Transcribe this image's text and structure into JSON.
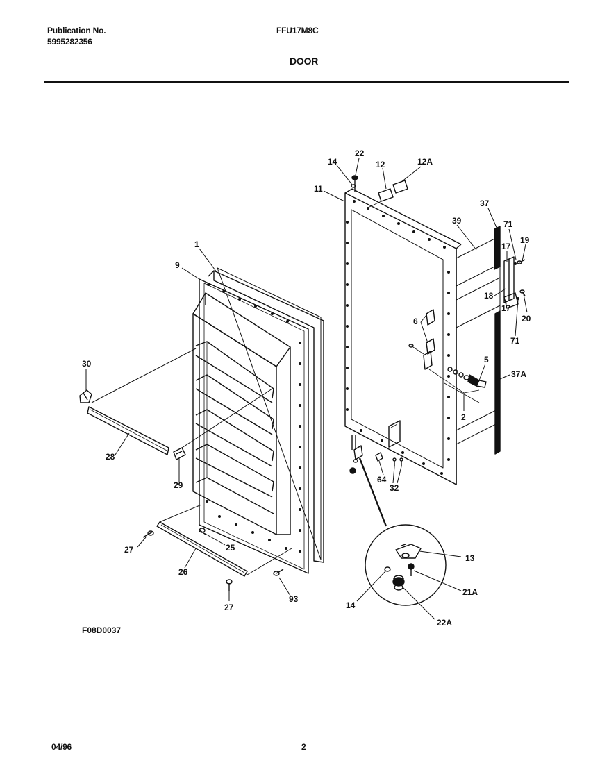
{
  "header": {
    "publication_label": "Publication No.",
    "publication_number": "5995282356",
    "model": "FFU17M8C",
    "section_title": "DOOR"
  },
  "diagram": {
    "figure_code": "F08D0037",
    "callouts": {
      "c1": "1",
      "c9": "9",
      "c30": "30",
      "c28": "28",
      "c29": "29",
      "c27a": "27",
      "c25": "25",
      "c26": "26",
      "c27b": "27",
      "c93": "93",
      "c22": "22",
      "c14a": "14",
      "c12": "12",
      "c12A": "12A",
      "c11": "11",
      "c37": "37",
      "c39": "39",
      "c71a": "71",
      "c19": "19",
      "c17a": "17",
      "c18": "18",
      "c17b": "17",
      "c20": "20",
      "c71b": "71",
      "c6": "6",
      "c5": "5",
      "c37A": "37A",
      "c2": "2",
      "c64": "64",
      "c32": "32",
      "c13": "13",
      "c21A": "21A",
      "c14b": "14",
      "c22A": "22A"
    }
  },
  "footer": {
    "date": "04/96",
    "page_number": "2"
  }
}
